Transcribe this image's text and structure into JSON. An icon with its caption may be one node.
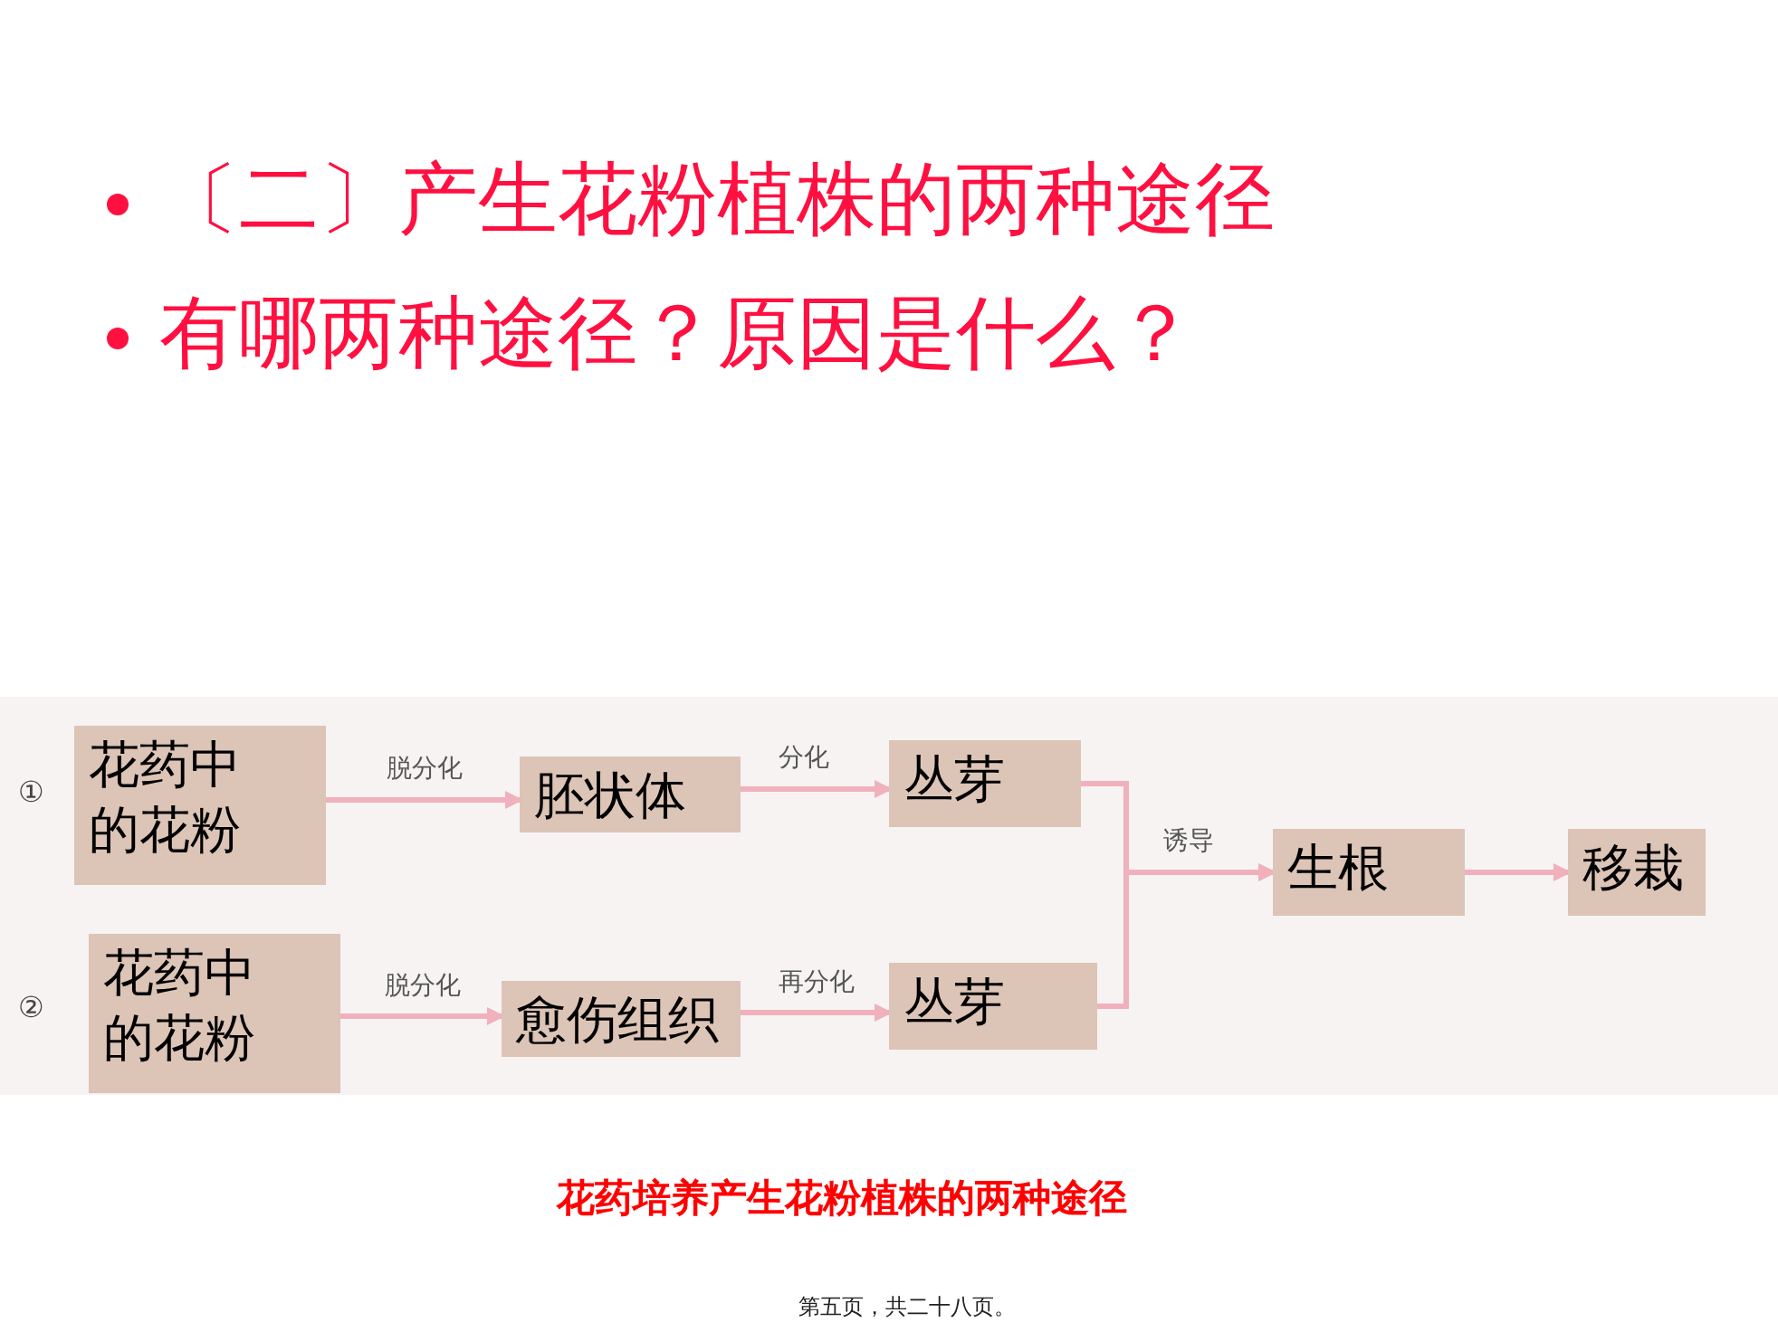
{
  "diagram": {
    "title": "〔二〕产生花粉植株的两种途径",
    "caption": "花药培养产生花粉植株的两种途径",
    "nodes": [
      {
        "text": [
          "花药中的花粉"
        ]
      },
      {
        "text": [
          "胚状体"
        ]
      },
      {
        "text": [
          "丛芽"
        ]
      },
      {
        "text": [
          "花药中的花粉"
        ]
      },
      {
        "text": [
          "愈伤组织"
        ]
      },
      {
        "text": [
          "丛芽"
        ]
      },
      {
        "text": [
          "生根"
        ]
      },
      {
        "text": [
          "移栽"
        ]
      }
    ],
    "edges": [
      {
        "from": 0,
        "to": 1,
        "arrow": "to",
        "label": "脱分化"
      },
      {
        "from": 1,
        "to": 2,
        "arrow": "to",
        "label": "分化"
      },
      {
        "from": 3,
        "to": 4,
        "arrow": "to",
        "label": "脱分化"
      },
      {
        "from": 4,
        "to": 5,
        "arrow": "to",
        "label": "再分化"
      },
      {
        "from": 2,
        "to": 6,
        "arrow": "to",
        "label": "诱导"
      },
      {
        "from": 5,
        "to": 6,
        "arrow": "to"
      },
      {
        "from": 6,
        "to": 7,
        "arrow": "to"
      }
    ],
    "labels": [
      "有哪两种途径？原因是什么？",
      "①",
      "②",
      "第五页，共二十八页。"
    ]
  }
}
